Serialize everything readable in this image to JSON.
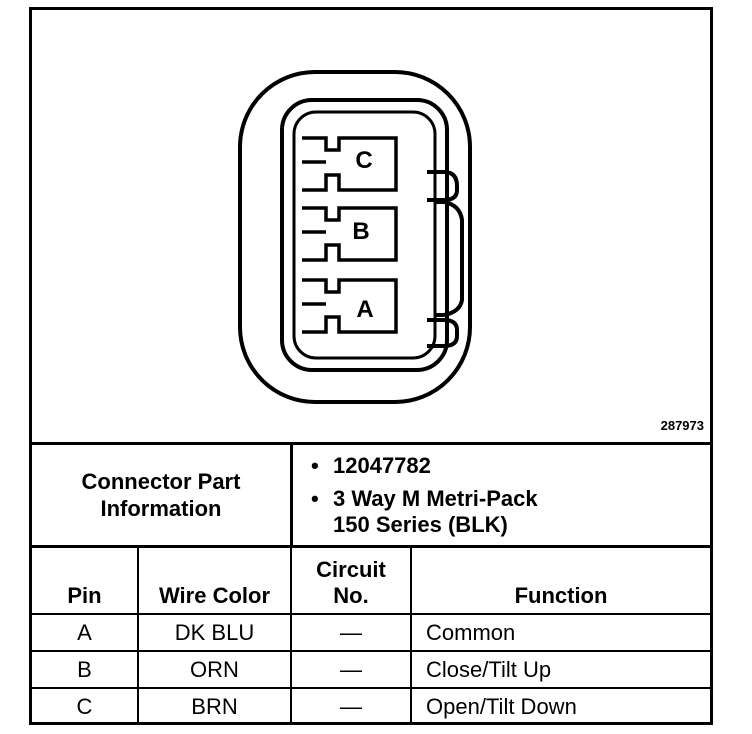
{
  "diagram": {
    "figure_number": "287973",
    "pins": [
      {
        "label": "C"
      },
      {
        "label": "B"
      },
      {
        "label": "A"
      }
    ]
  },
  "connector_info": {
    "label_line1": "Connector Part",
    "label_line2": "Information",
    "items": [
      "12047782",
      "3 Way M Metri-Pack",
      "150 Series (BLK)"
    ]
  },
  "pin_table": {
    "headers": {
      "pin": "Pin",
      "wire_color": "Wire Color",
      "circuit_line1": "Circuit",
      "circuit_line2": "No.",
      "function": "Function"
    },
    "rows": [
      {
        "pin": "A",
        "wire_color": "DK BLU",
        "circuit": "—",
        "function": "Common"
      },
      {
        "pin": "B",
        "wire_color": "ORN",
        "circuit": "—",
        "function": "Close/Tilt Up"
      },
      {
        "pin": "C",
        "wire_color": "BRN",
        "circuit": "—",
        "function": "Open/Tilt Down"
      }
    ]
  }
}
